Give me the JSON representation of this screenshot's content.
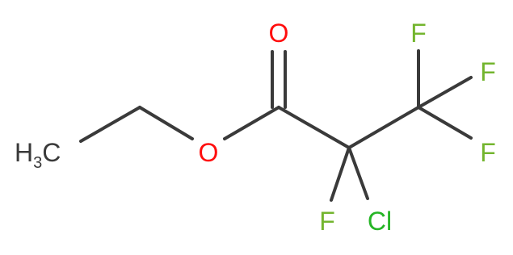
{
  "colors": {
    "bond": "#3a3a3a",
    "carbon": "#3a3a3a",
    "oxygen": "#ff0d0d",
    "fluorine": "#73b52e",
    "chlorine": "#26b526"
  },
  "atoms": {
    "methyl": {
      "main": "H",
      "sub": "3",
      "tail": "C"
    },
    "ester_oxygen": "O",
    "carbonyl_oxygen": "O",
    "fluorine_top": "F",
    "fluorine_right_upper": "F",
    "fluorine_right_lower": "F",
    "fluorine_alpha": "F",
    "chlorine_alpha": "Cl"
  }
}
